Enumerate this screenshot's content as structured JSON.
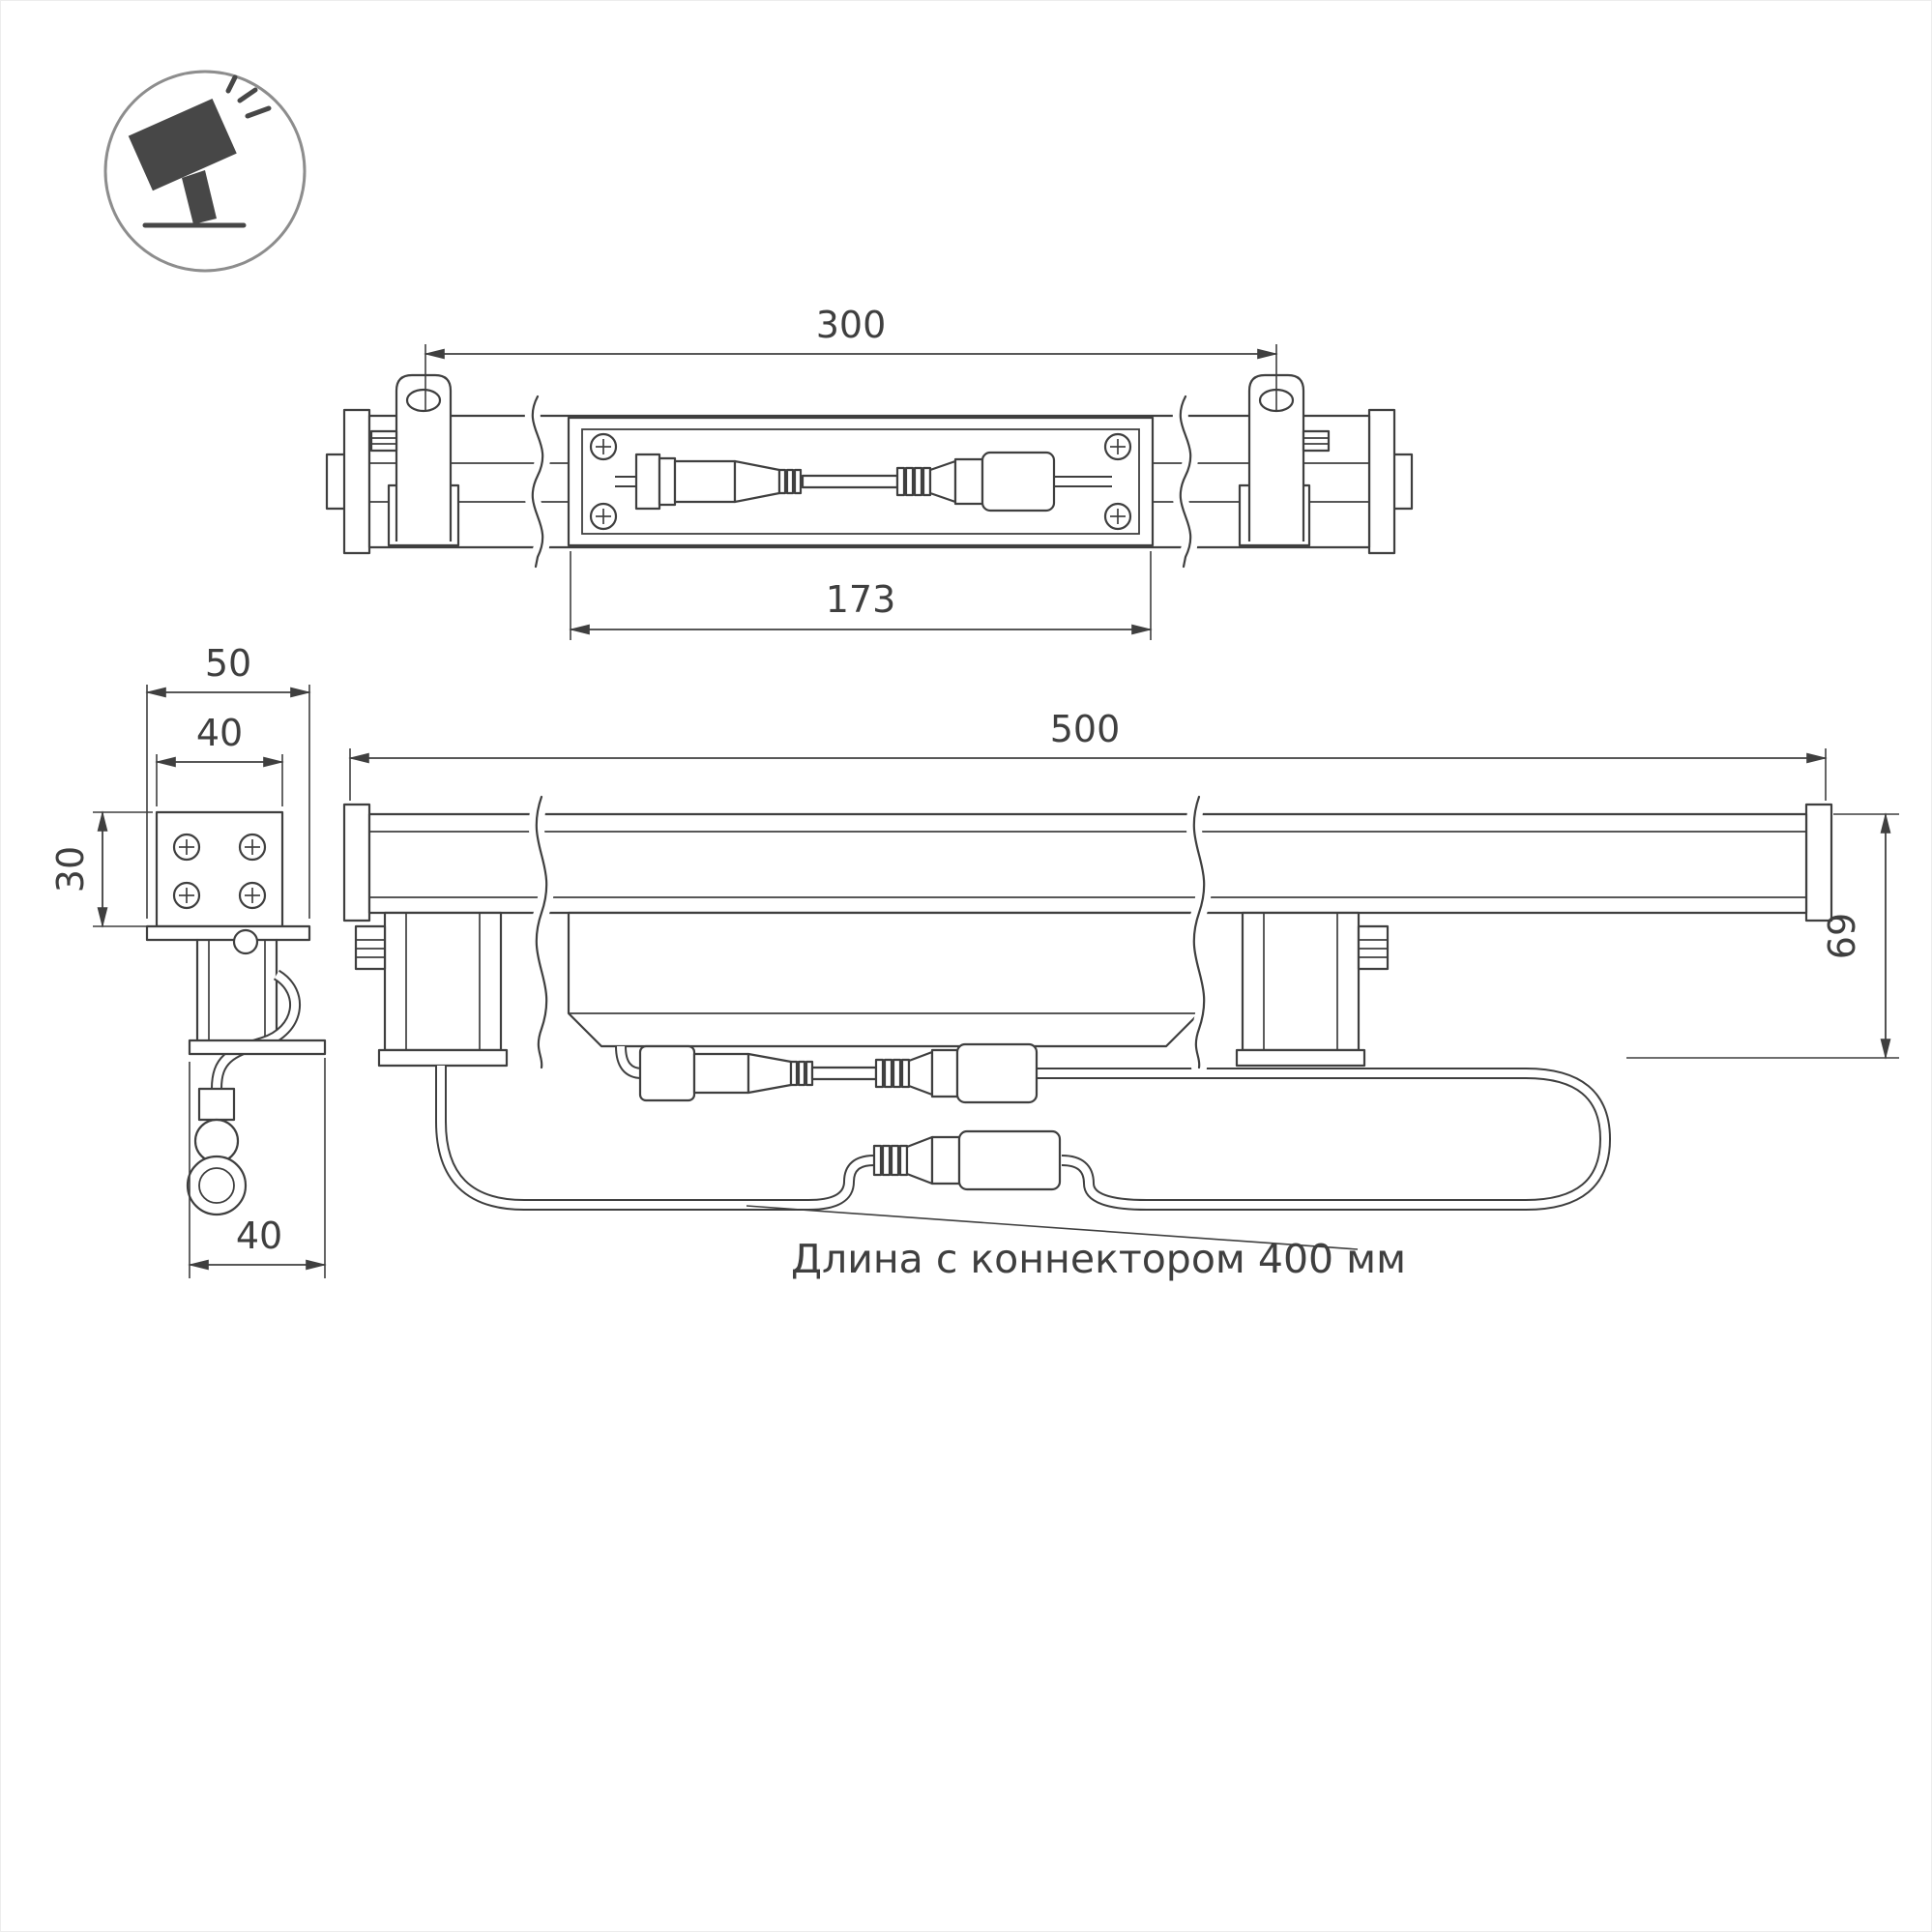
{
  "icons": {
    "product_badge": "tilted-floodlight-with-rays-icon"
  },
  "dimensions": {
    "top_view": {
      "mount_spacing_mm": "300",
      "body_length_mm": "173"
    },
    "front_view": {
      "overall_length_mm": "500",
      "height_mm": "69"
    },
    "side_view": {
      "outer_width_mm": "50",
      "inner_width_mm": "40",
      "profile_height_mm": "30",
      "foot_width_mm": "40"
    }
  },
  "note": {
    "cable_length": "Длина с коннектором 400 мм"
  },
  "colors": {
    "line": "#3f3f3f",
    "icon_ring": "#8d8d8d",
    "icon_fill": "#474747",
    "background": "#ffffff"
  }
}
